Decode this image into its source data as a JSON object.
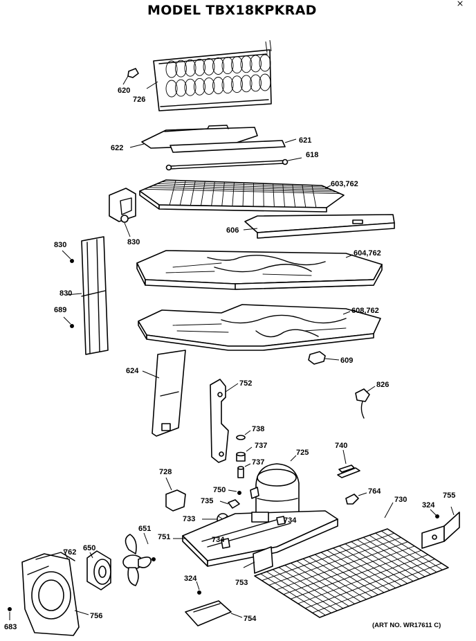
{
  "title": "MODEL TBX18KPKRAD",
  "art_number": "(ART NO. WR17611 C)",
  "labels": {
    "l620": "620",
    "l726": "726",
    "l622": "622",
    "l621": "621",
    "l618": "618",
    "l603": "603,762",
    "l606": "606",
    "l830a": "830",
    "l830b": "830",
    "l830c": "830",
    "l689": "689",
    "l604": "604,762",
    "l608": "608,762",
    "l609": "609",
    "l624": "624",
    "l752": "752",
    "l826": "826",
    "l738": "738",
    "l737a": "737",
    "l737b": "737",
    "l725": "725",
    "l740": "740",
    "l728": "728",
    "l750": "750",
    "l735": "735",
    "l764": "764",
    "l730": "730",
    "l324a": "324",
    "l755": "755",
    "l733": "733",
    "l734a": "734",
    "l734b": "734",
    "l651": "651",
    "l751": "751",
    "l762": "762",
    "l650": "650",
    "l753": "753",
    "l324b": "324",
    "l756": "756",
    "l754": "754",
    "l683": "683"
  }
}
